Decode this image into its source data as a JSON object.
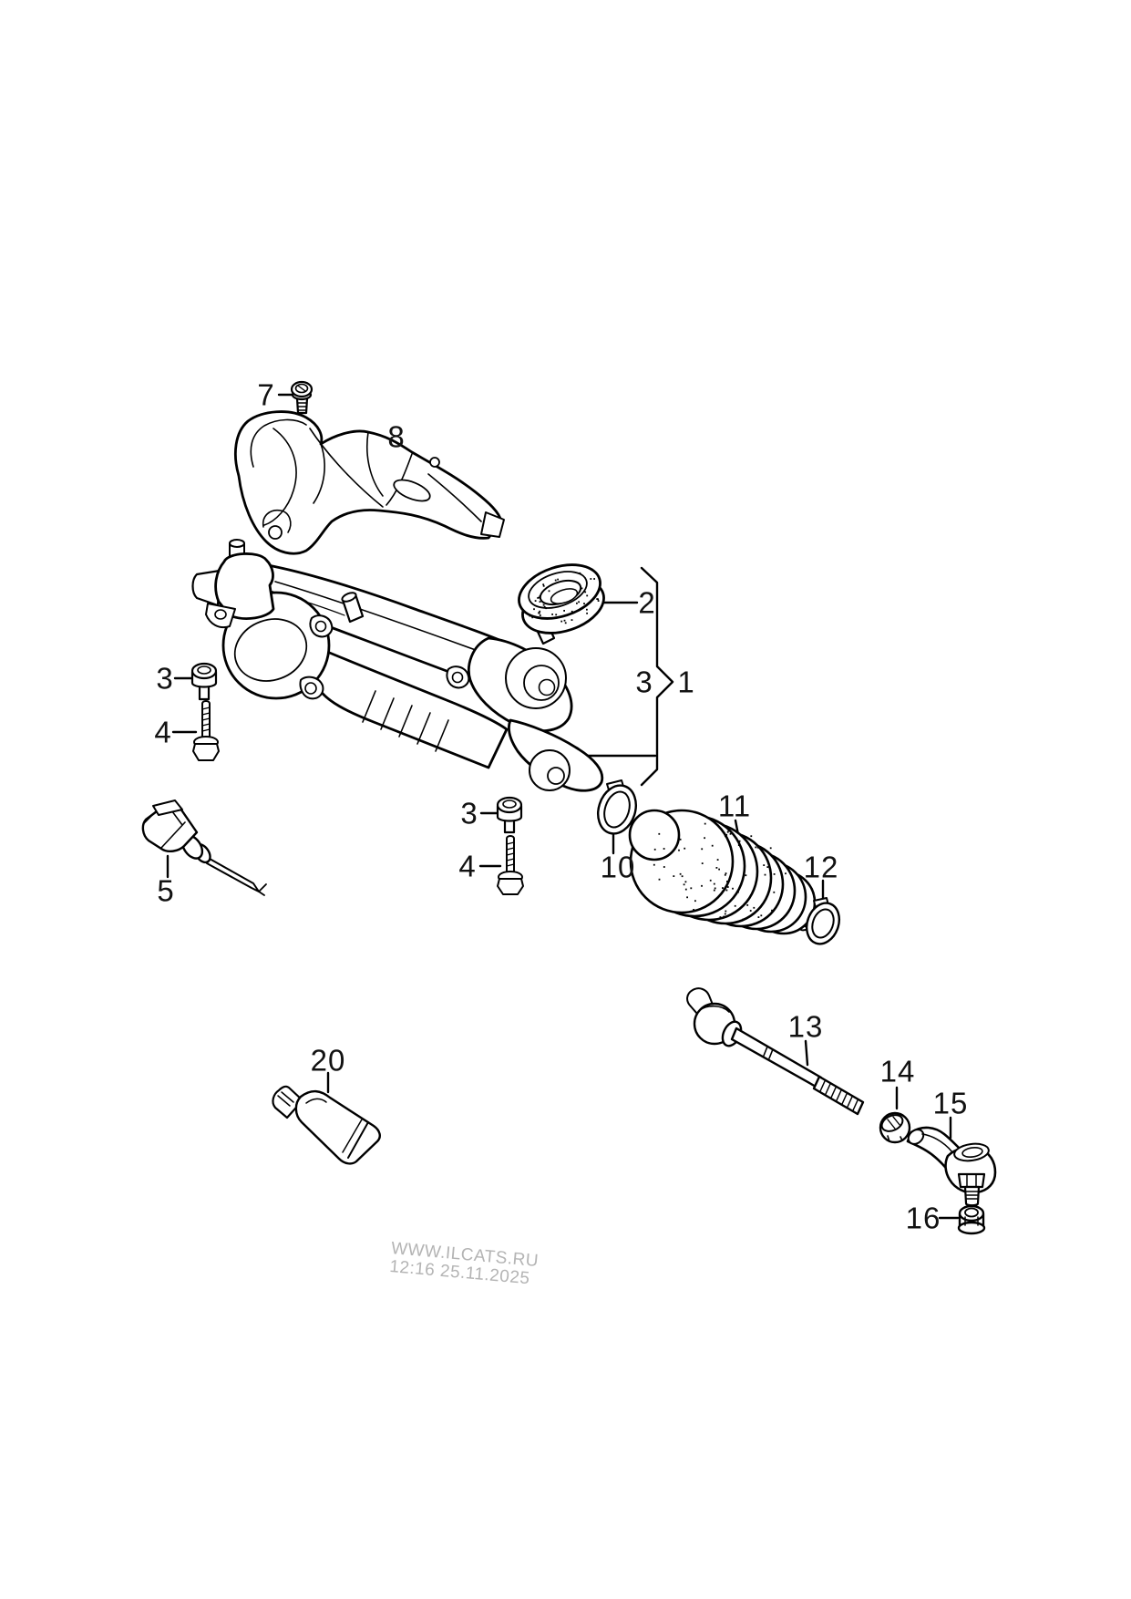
{
  "watermark": {
    "line1": "WWW.ILCATS.RU",
    "line2": "12:16 25.11.2025"
  },
  "colors": {
    "line": "#000000",
    "label": "#121212",
    "watermark": "#b4b4b4",
    "background": "#ffffff"
  },
  "callouts": [
    {
      "part": "7"
    },
    {
      "part": "8"
    },
    {
      "part": "2"
    },
    {
      "part": "3"
    },
    {
      "part": "1"
    },
    {
      "part": "3"
    },
    {
      "part": "4"
    },
    {
      "part": "3"
    },
    {
      "part": "4"
    },
    {
      "part": "5"
    },
    {
      "part": "10"
    },
    {
      "part": "11"
    },
    {
      "part": "12"
    },
    {
      "part": "13"
    },
    {
      "part": "14"
    },
    {
      "part": "15"
    },
    {
      "part": "16"
    },
    {
      "part": "20"
    }
  ]
}
